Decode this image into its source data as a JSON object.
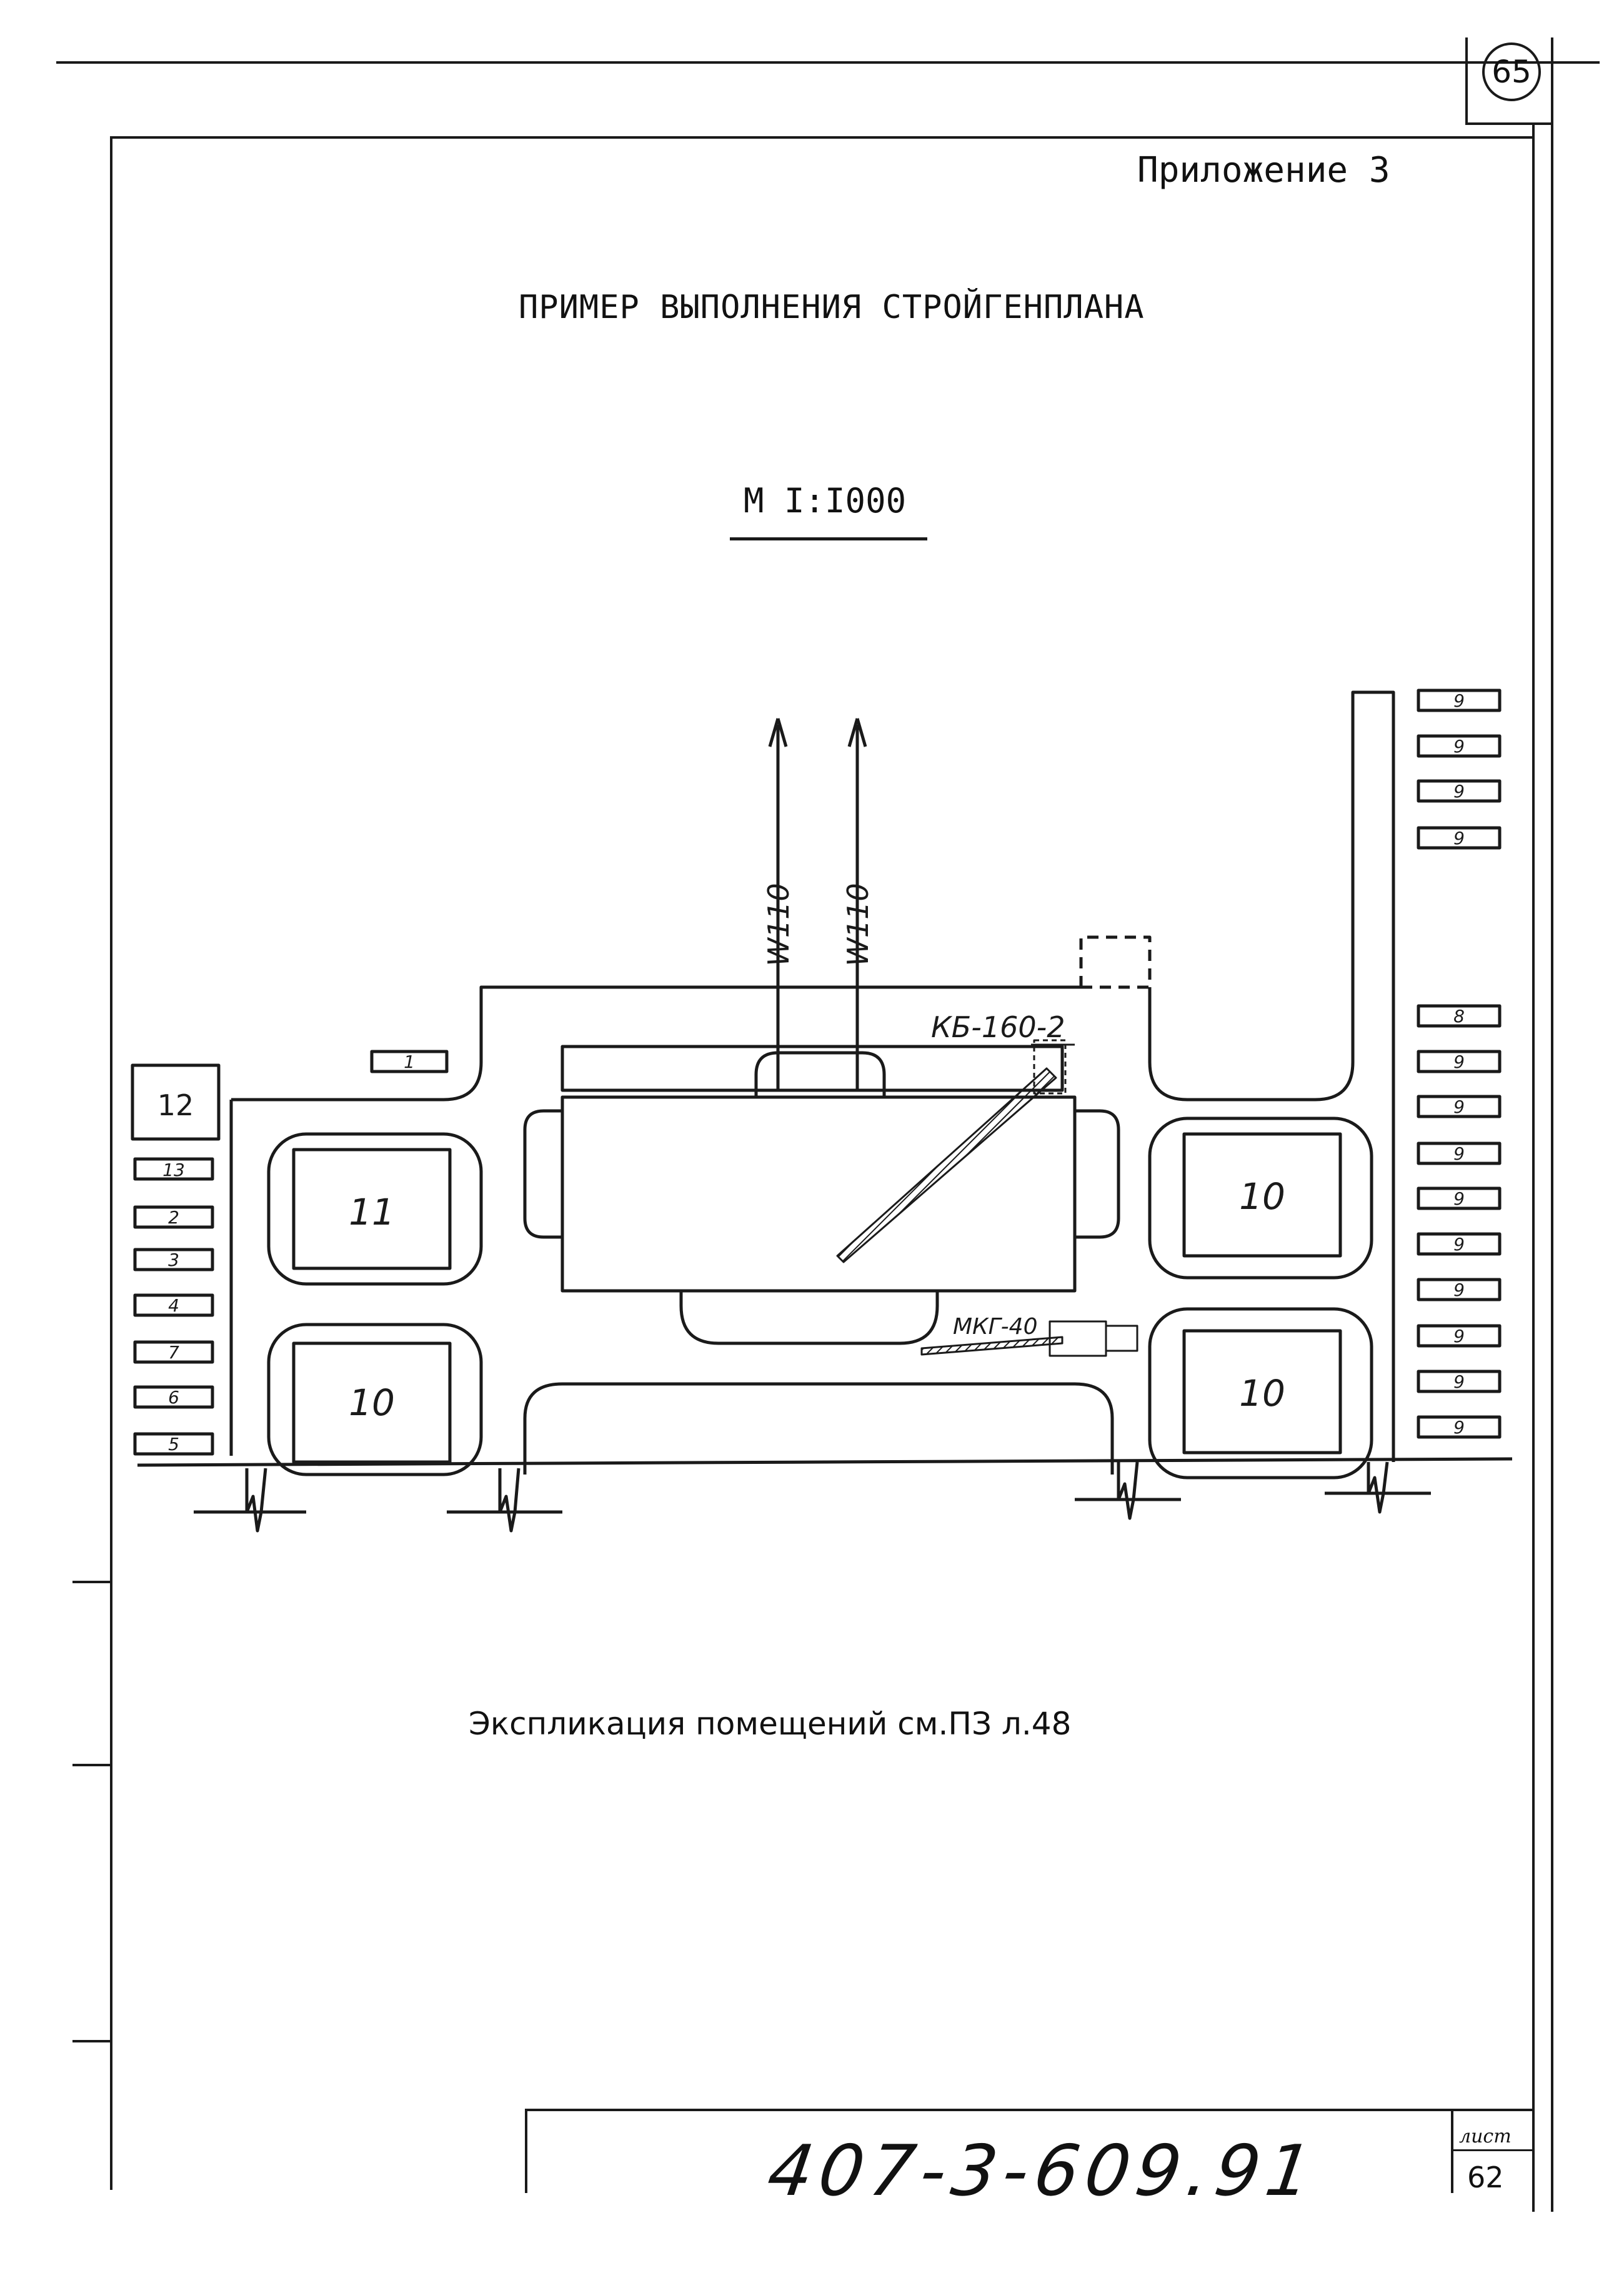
{
  "sheet": {
    "page_number": "65",
    "appendix": "Приложение 3",
    "title": "ПРИМЕР ВЫПОЛНЕНИЯ СТРОЙГЕНПЛАНА",
    "scale": "М I:I000",
    "explication_note": "Экспликация помещений см.ПЗ л.48"
  },
  "title_block": {
    "code": "407-3-609.91",
    "sheet_label": "лист",
    "sheet_number": "62"
  },
  "plan": {
    "line_labels": [
      "W110",
      "W110"
    ],
    "tower_crane": "КБ-160-2",
    "mobile_crane": "МКГ-40",
    "left_column": [
      "12",
      "13",
      "2",
      "3",
      "4",
      "7",
      "6",
      "5"
    ],
    "top_left_small": "1",
    "right_column_top": [
      "9",
      "9",
      "9",
      "9"
    ],
    "right_column_bottom": [
      "8",
      "9",
      "9",
      "9",
      "9",
      "9",
      "9",
      "9",
      "9",
      "9"
    ],
    "blocks": {
      "upper_left": "11",
      "lower_left": "10",
      "upper_right": "10",
      "lower_right": "10"
    }
  }
}
